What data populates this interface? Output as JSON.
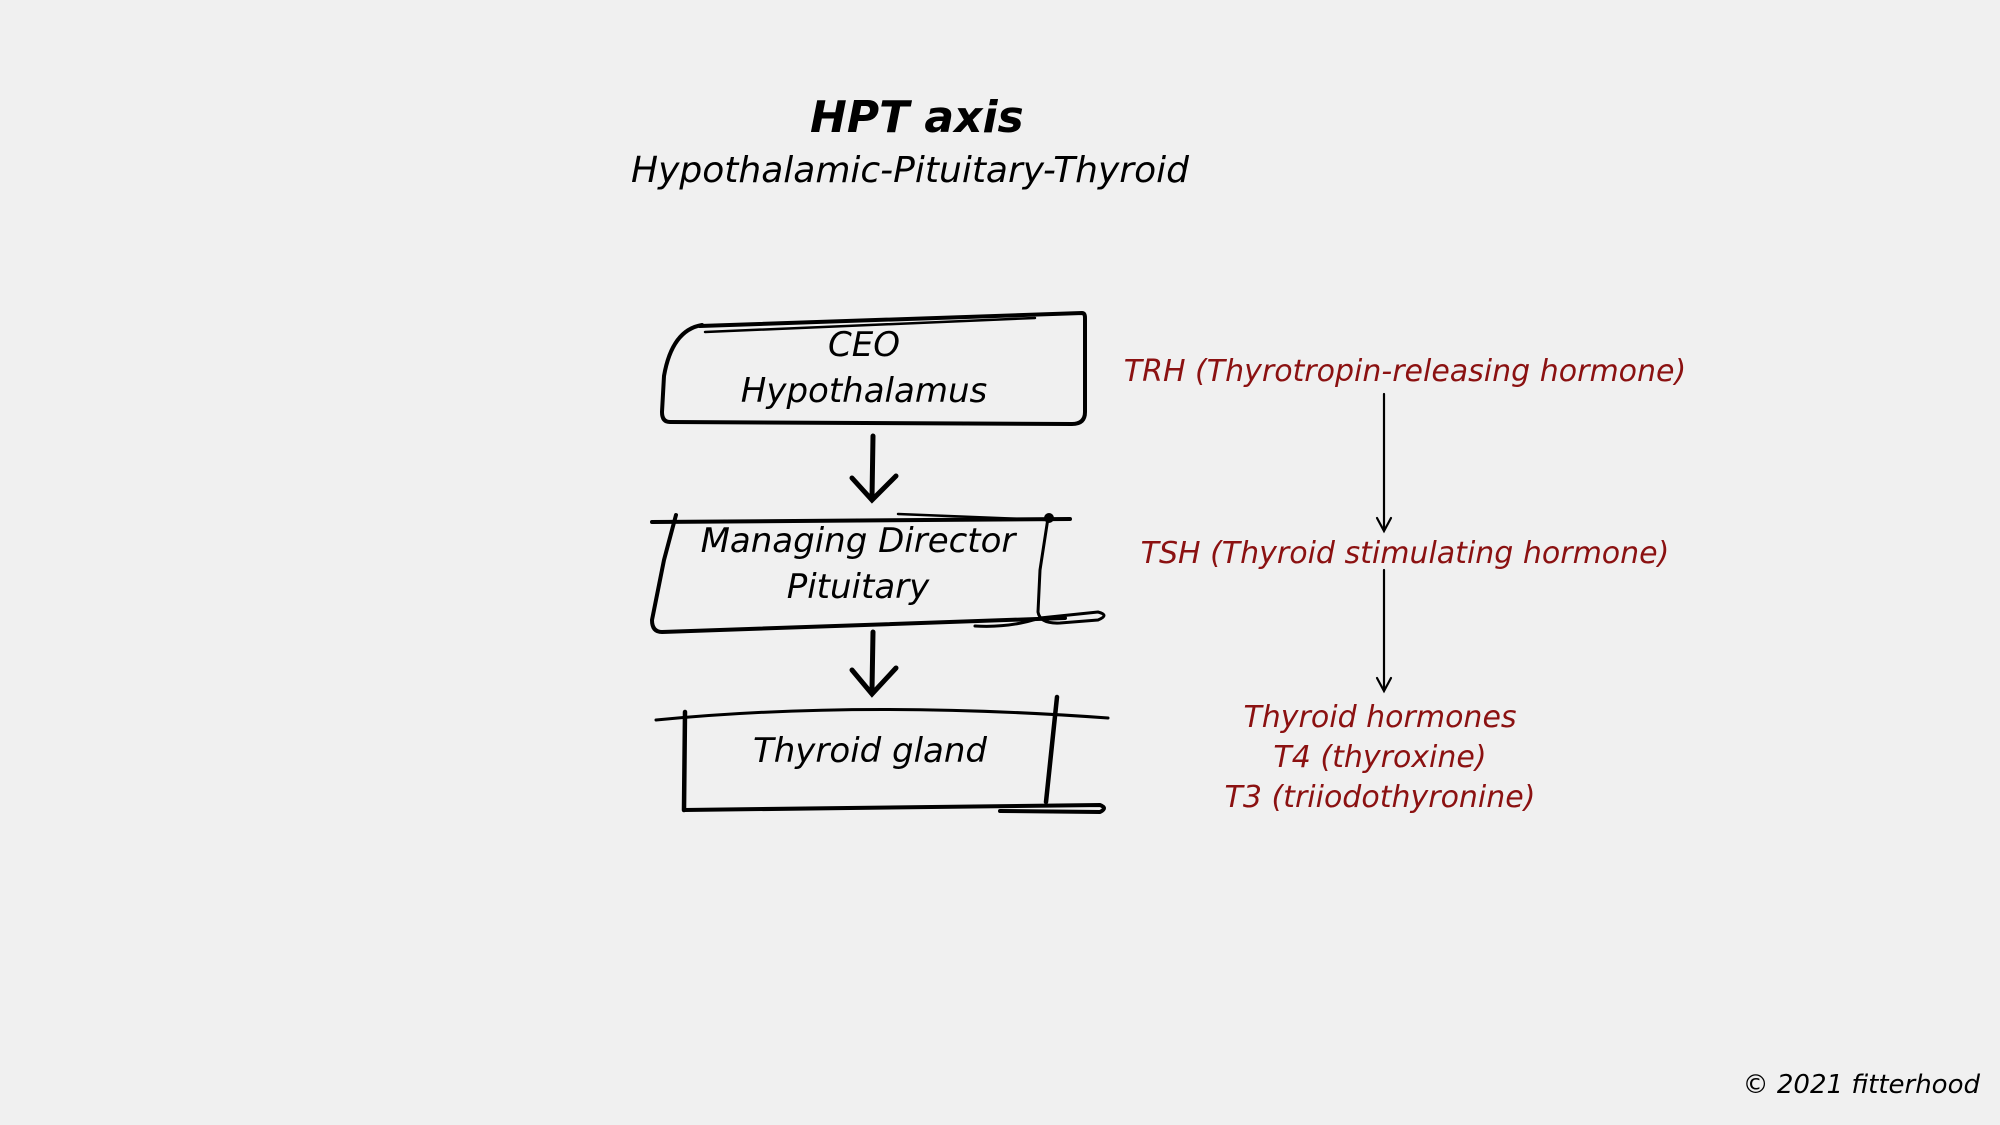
{
  "title": "HPT axis",
  "subtitle": "Hypothalamic-Pituitary-Thyroid",
  "boxes": {
    "hypothalamus": {
      "line1": "CEO",
      "line2": "Hypothalamus"
    },
    "pituitary": {
      "line1": "Managing Director",
      "line2": "Pituitary"
    },
    "thyroid": {
      "line1": "Thyroid gland"
    }
  },
  "hormones": {
    "trh": "TRH (Thyrotropin-releasing hormone)",
    "tsh": "TSH (Thyroid stimulating hormone)",
    "thyroid_hormones": {
      "line1": "Thyroid hormones",
      "line2": "T4 (thyroxine)",
      "line3": "T3 (triiodothyronine)"
    }
  },
  "footer": {
    "copyright": "© 2021 fitterhood"
  },
  "colors": {
    "background": "#f0f0f0",
    "ink": "#000000",
    "hormone_text": "#8b1111"
  }
}
